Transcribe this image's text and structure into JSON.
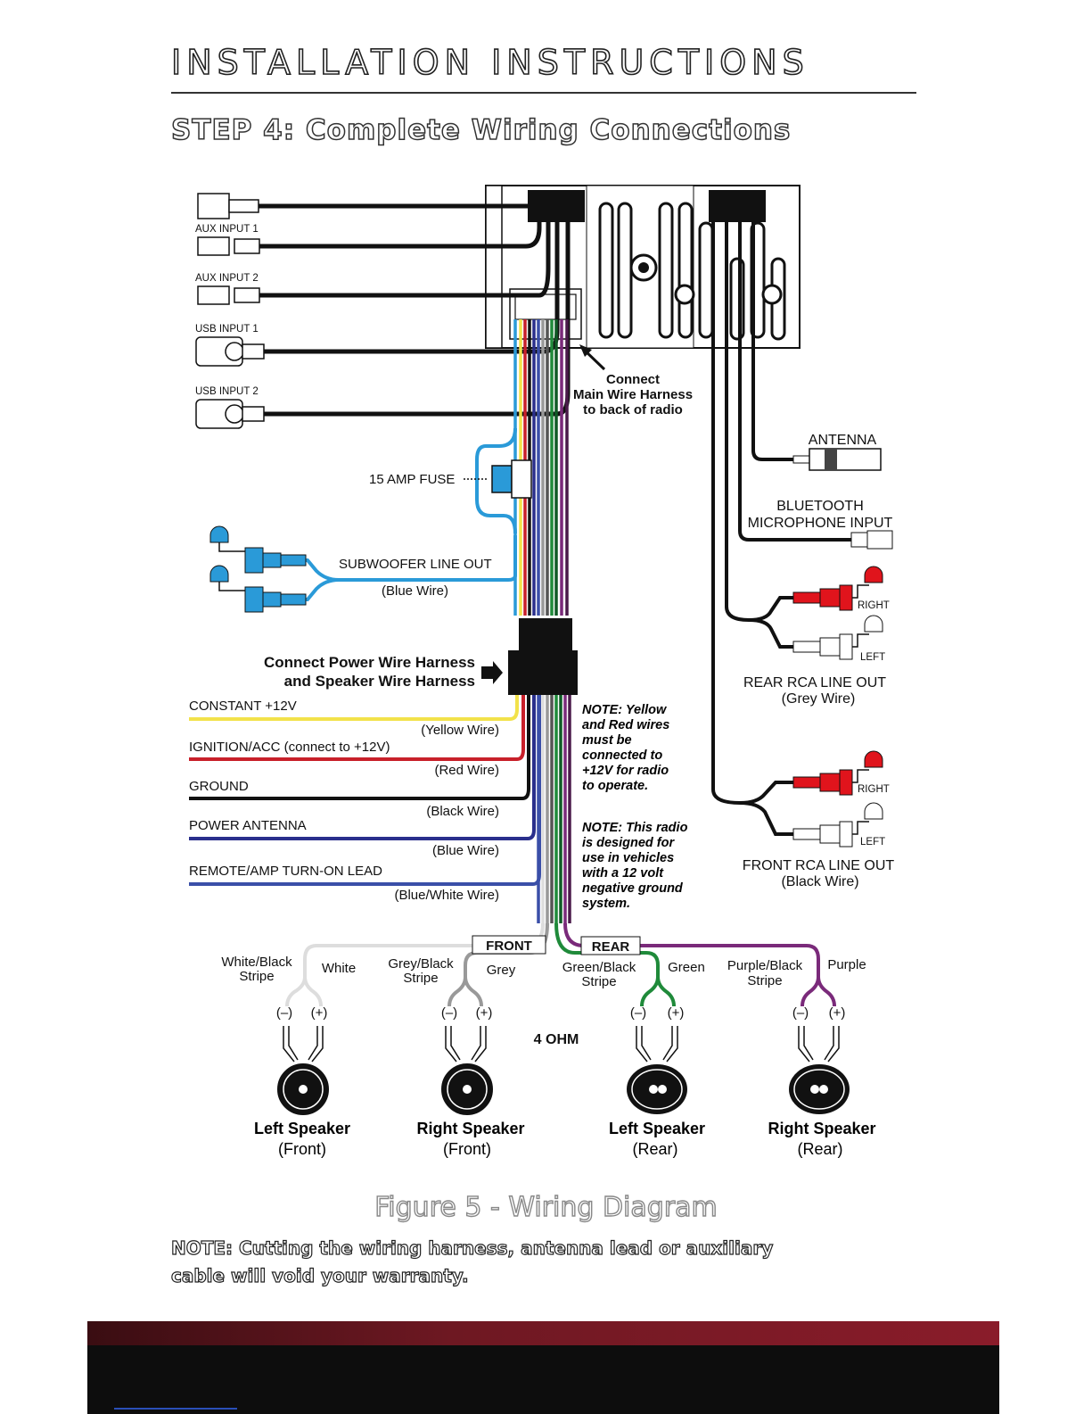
{
  "header": {
    "title": "INSTALLATION INSTRUCTIONS"
  },
  "step_title": "STEP 4: Complete Wiring Connections",
  "inputs": {
    "aux1": "AUX INPUT 1",
    "aux2": "AUX INPUT 2",
    "usb1": "USB INPUT 1",
    "usb2": "USB INPUT 2"
  },
  "callouts": {
    "main_harness": [
      "Connect",
      "Main Wire Harness",
      "to back of radio"
    ],
    "fuse": "15 AMP FUSE",
    "power_harness": [
      "Connect Power Wire Harness",
      "and Speaker Wire Harness"
    ]
  },
  "subwoofer": {
    "label": "SUBWOOFER LINE OUT",
    "wire": "(Blue Wire)"
  },
  "right_side": {
    "antenna": "ANTENNA",
    "bt_mic": [
      "BLUETOOTH",
      "MICROPHONE INPUT"
    ],
    "rear_rca": {
      "right": "RIGHT",
      "left": "LEFT",
      "label": "REAR RCA LINE OUT",
      "wire": "(Grey Wire)"
    },
    "front_rca": {
      "right": "RIGHT",
      "left": "LEFT",
      "label": "FRONT RCA LINE OUT",
      "wire": "(Black Wire)"
    }
  },
  "power_wires": [
    {
      "label": "CONSTANT +12V",
      "wire": "(Yellow Wire)",
      "color": "#f2e24a"
    },
    {
      "label": "IGNITION/ACC (connect to +12V)",
      "wire": "(Red Wire)",
      "color": "#c8202a"
    },
    {
      "label": "GROUND",
      "wire": "(Black Wire)",
      "color": "#111111"
    },
    {
      "label": "POWER ANTENNA",
      "wire": "(Blue Wire)",
      "color": "#2a2f8c"
    },
    {
      "label": "REMOTE/AMP TURN-ON LEAD",
      "wire": "(Blue/White Wire)",
      "color": "#3a4fa8"
    }
  ],
  "notes": {
    "note1": [
      "NOTE: Yellow",
      "and Red wires",
      "must be",
      "connected to",
      "+12V for radio",
      "to operate."
    ],
    "note2": [
      "NOTE: This radio",
      "is designed for",
      "use in vehicles",
      "with a 12 volt",
      "negative ground",
      "system."
    ]
  },
  "groups": {
    "front": "FRONT",
    "rear": "REAR"
  },
  "speaker_wires": [
    {
      "neg": [
        "White/Black",
        "Stripe"
      ],
      "pos": "White",
      "color": "#dddddd"
    },
    {
      "neg": [
        "Grey/Black",
        "Stripe"
      ],
      "pos": "Grey",
      "color": "#9a9a9a"
    },
    {
      "neg": [
        "Green/Black",
        "Stripe"
      ],
      "pos": "Green",
      "color": "#1f8a3a"
    },
    {
      "neg": [
        "Purple/Black",
        "Stripe"
      ],
      "pos": "Purple",
      "color": "#7a2a7a"
    }
  ],
  "polarity": {
    "neg": "(–)",
    "pos": "(+)"
  },
  "impedance": "4 OHM",
  "speakers": [
    {
      "name": "Left Speaker",
      "pos": "(Front)"
    },
    {
      "name": "Right Speaker",
      "pos": "(Front)"
    },
    {
      "name": "Left Speaker",
      "pos": "(Rear)"
    },
    {
      "name": "Right Speaker",
      "pos": "(Rear)"
    }
  ],
  "figure_caption": "Figure 5 - Wiring Diagram",
  "footer_note": "NOTE: Cutting the wiring harness, antenna lead or auxiliary cable will void your warranty.",
  "colors": {
    "blue_wire": "#2a9ad8",
    "rca_red": "#e0141c",
    "footer_accent": "#8a1c2a"
  }
}
